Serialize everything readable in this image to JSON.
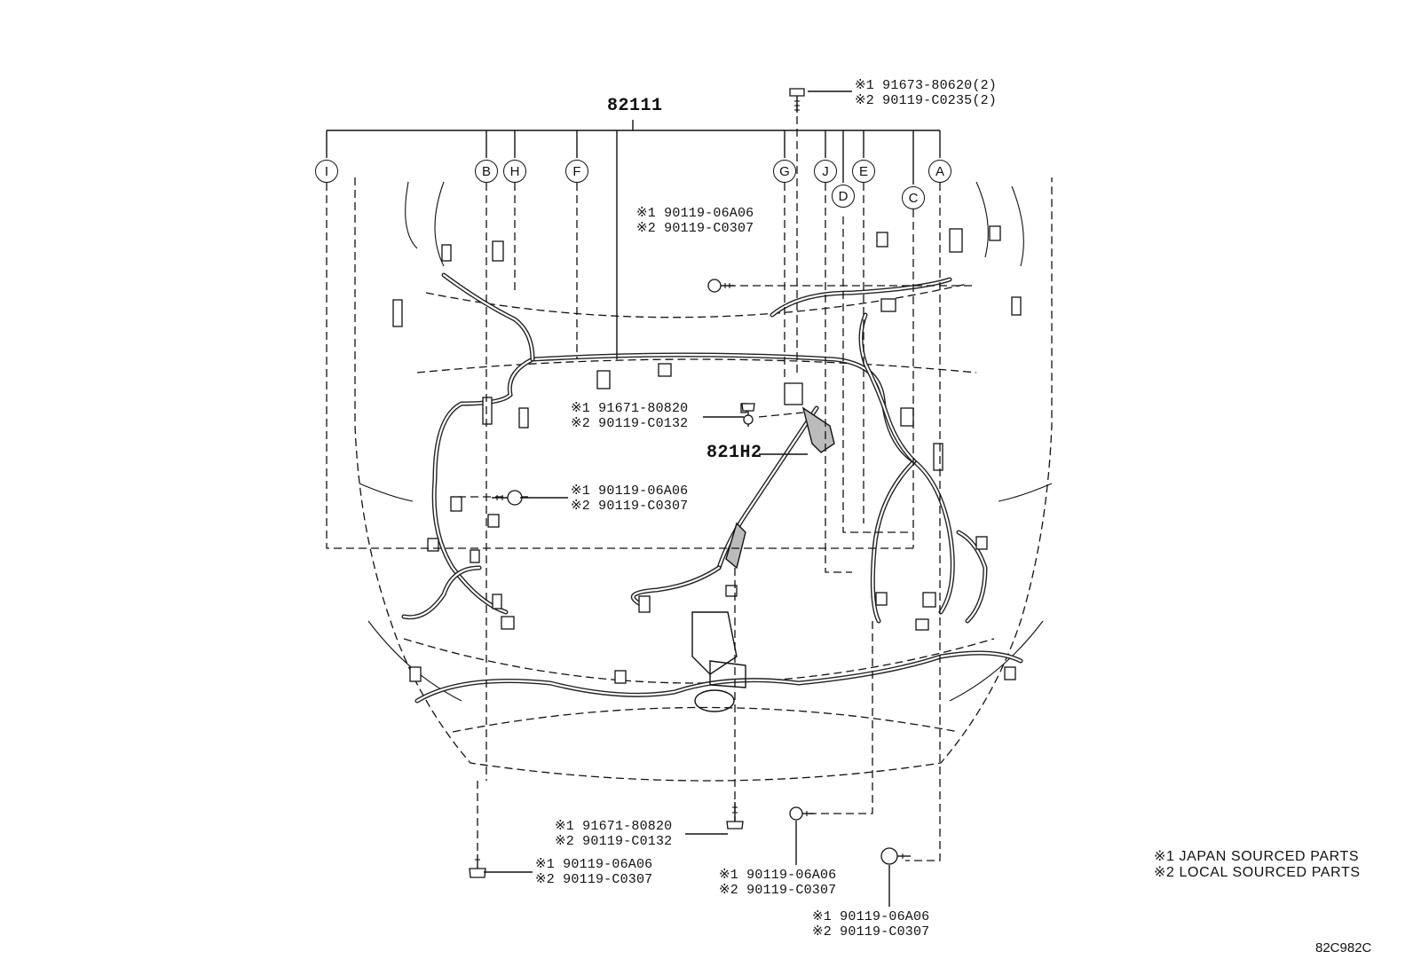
{
  "main_part": "82111",
  "sub_part": "821H2",
  "diagram_code": "82C982C",
  "circle_labels": [
    "I",
    "B",
    "H",
    "F",
    "G",
    "J",
    "D",
    "E",
    "C",
    "A"
  ],
  "legend": {
    "line1": "※1 JAPAN SOURCED PARTS",
    "line2": "※2 LOCAL SOURCED PARTS"
  },
  "callouts": {
    "top_right": {
      "l1": "※1 91673-80620(2)",
      "l2": "※2 90119-C0235(2)"
    },
    "upper_center": {
      "l1": "※1 90119-06A06",
      "l2": "※2 90119-C0307"
    },
    "center_a": {
      "l1": "※1 91671-80820",
      "l2": "※2 90119-C0132"
    },
    "center_b": {
      "l1": "※1 90119-06A06",
      "l2": "※2 90119-C0307"
    },
    "bottom_mid": {
      "l1": "※1 91671-80820",
      "l2": "※2 90119-C0132"
    },
    "bottom_left": {
      "l1": "※1 90119-06A06",
      "l2": "※2 90119-C0307"
    },
    "bottom_center": {
      "l1": "※1 90119-06A06",
      "l2": "※2 90119-C0307"
    },
    "bottom_right": {
      "l1": "※1 90119-06A06",
      "l2": "※2 90119-C0307"
    }
  }
}
